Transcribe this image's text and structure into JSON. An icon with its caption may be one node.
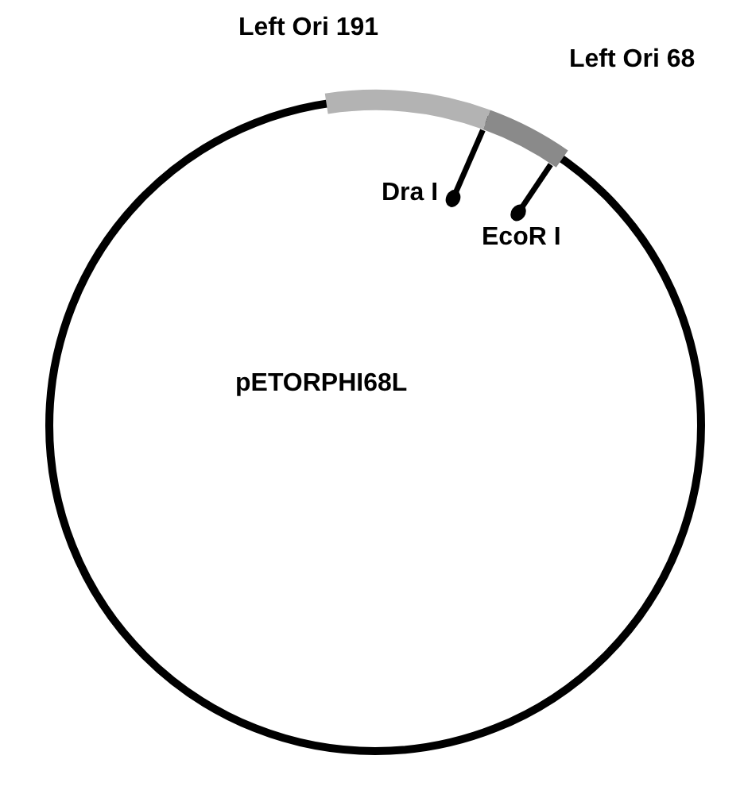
{
  "diagram": {
    "nodes": [
      {
        "text": [
          "pETORPHI68L"
        ]
      },
      {
        "text": [
          "Left Ori 191"
        ]
      },
      {
        "text": [
          "Left Ori 68"
        ]
      },
      {
        "text": [
          "Dra I"
        ],
        "in": 0
      },
      {
        "text": [
          "EcoR I"
        ],
        "in": 0
      }
    ],
    "edges": [
      {
        "from": 3,
        "to": 2,
        "arrow": "other"
      },
      {
        "from": 4,
        "to": 2,
        "arrow": "other"
      }
    ]
  }
}
